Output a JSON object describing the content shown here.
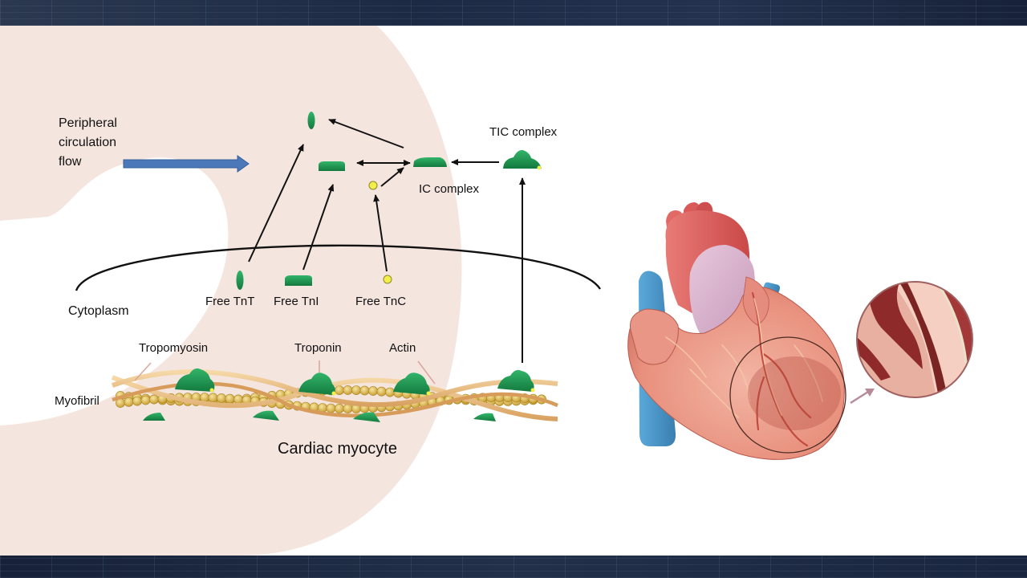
{
  "diagram": {
    "flow_label": [
      "Peripheral",
      "circulation",
      "flow"
    ],
    "tic_complex": "TIC complex",
    "ic_complex": "IC complex",
    "cytoplasm": "Cytoplasm",
    "free_tnt": "Free TnT",
    "free_tni": "Free TnI",
    "free_tnc": "Free TnC",
    "tropomyosin": "Tropomyosin",
    "troponin": "Troponin",
    "actin": "Actin",
    "myofibril": "Myofibril",
    "caption": "Cardiac myocyte"
  },
  "colors": {
    "band": "#1d2a44",
    "flow_arrow": "#4a78b8",
    "troponin_green": "#1f9a55",
    "tnc_yellow": "#f2ee4a",
    "actin_bead": "#d8b84a",
    "tropomyosin_strand": "#e9be82",
    "heart_muscle": "#ec9c8c",
    "vessel_blue": "#4a9cd0",
    "aorta_red": "#e26262"
  }
}
